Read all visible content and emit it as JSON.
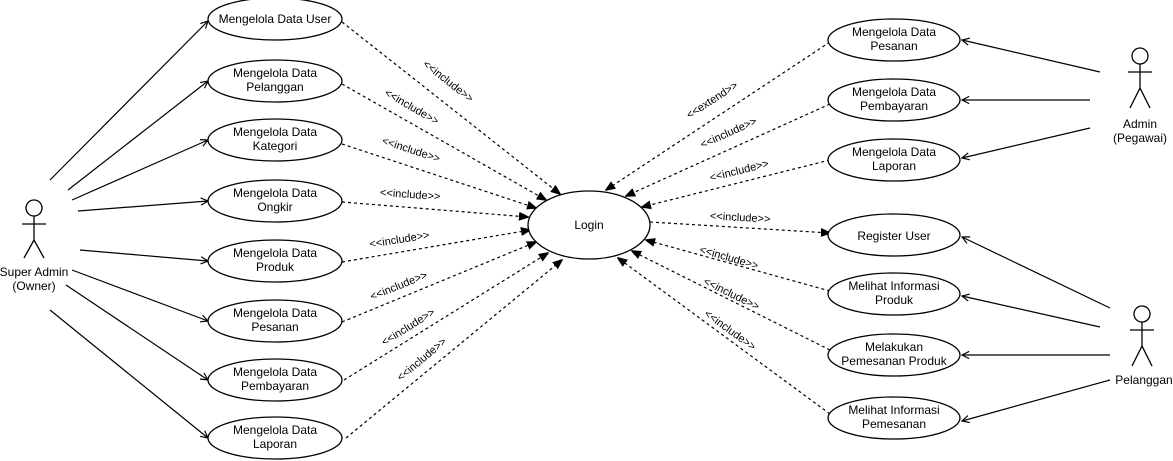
{
  "diagram": {
    "actors": {
      "super_admin": {
        "line1": "Super Admin",
        "line2": "(Owner)"
      },
      "admin": {
        "line1": "Admin",
        "line2": "(Pegawai)"
      },
      "pelanggan": {
        "line1": "Pelanggan"
      }
    },
    "use_cases": {
      "login": "Login",
      "kelola_user": [
        "Mengelola Data User"
      ],
      "kelola_pelanggan": [
        "Mengelola Data",
        "Pelanggan"
      ],
      "kelola_kategori": [
        "Mengelola Data",
        "Kategori"
      ],
      "kelola_ongkir": [
        "Mengelola Data",
        "Ongkir"
      ],
      "kelola_produk": [
        "Mengelola Data",
        "Produk"
      ],
      "kelola_pesanan_sa": [
        "Mengelola Data",
        "Pesanan"
      ],
      "kelola_pembayaran_sa": [
        "Mengelola Data",
        "Pembayaran"
      ],
      "kelola_laporan_sa": [
        "Mengelola Data",
        "Laporan"
      ],
      "kelola_pesanan_admin": [
        "Mengelola Data",
        "Pesanan"
      ],
      "kelola_pembayaran_admin": [
        "Mengelola Data",
        "Pembayaran"
      ],
      "kelola_laporan_admin": [
        "Mengelola Data",
        "Laporan"
      ],
      "register_user": [
        "Register User"
      ],
      "lihat_produk": [
        "Melihat Informasi",
        "Produk"
      ],
      "pesan_produk": [
        "Melakukan",
        "Pemesanan Produk"
      ],
      "lihat_pemesanan": [
        "Melihat Informasi",
        "Pemesanan"
      ]
    },
    "stereotypes": {
      "include": "<<include>>",
      "extend": "<<extend>>"
    }
  }
}
